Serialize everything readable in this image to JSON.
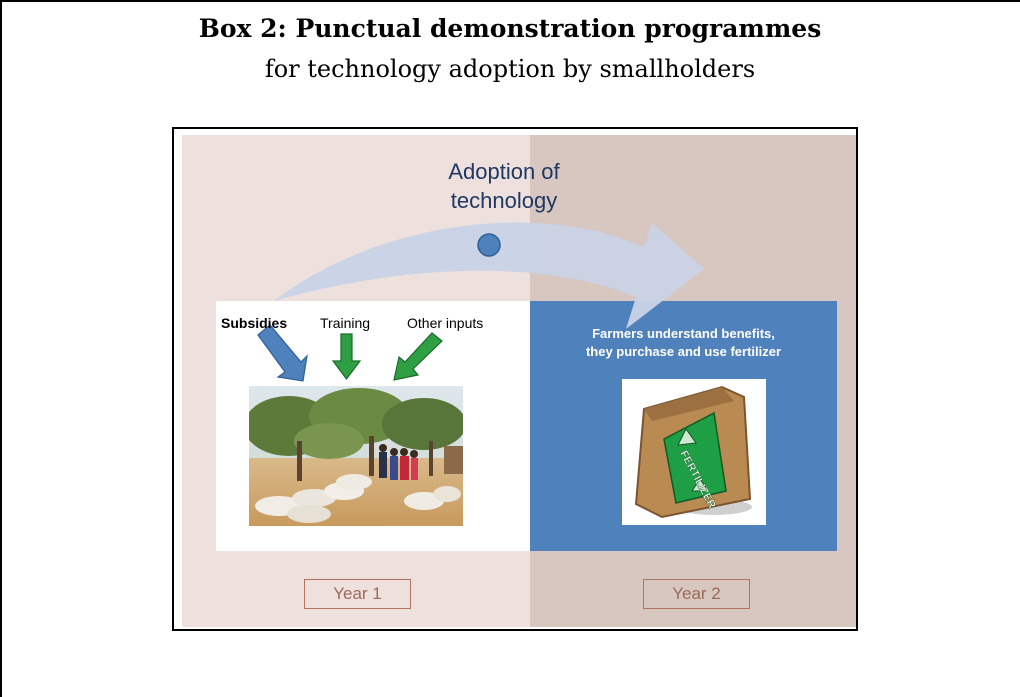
{
  "box": {
    "title": "Box 2: Punctual demonstration programmes",
    "subtitle": "for technology adoption by smallholders"
  },
  "diagram": {
    "adoption_label_line1": "Adoption of",
    "adoption_label_line2": "technology",
    "inputs": {
      "subsidies": "Subsidies",
      "training": "Training",
      "other": "Other inputs"
    },
    "outcome_line1": "Farmers understand benefits,",
    "outcome_line2": "they purchase and use fertilizer",
    "bag_text": "FERTILIZER",
    "year1": "Year 1",
    "year2": "Year 2"
  },
  "colors": {
    "panel_left": "#ede0dd",
    "panel_right": "#d8c6c0",
    "outcome_box": "#4f81bd",
    "subsidy_arrow": "#4f81bd",
    "input_arrows": "#2ea043",
    "adoption_arrow": "#c9d3e6",
    "adoption_text": "#1f3864",
    "year_border": "#b0735c"
  }
}
